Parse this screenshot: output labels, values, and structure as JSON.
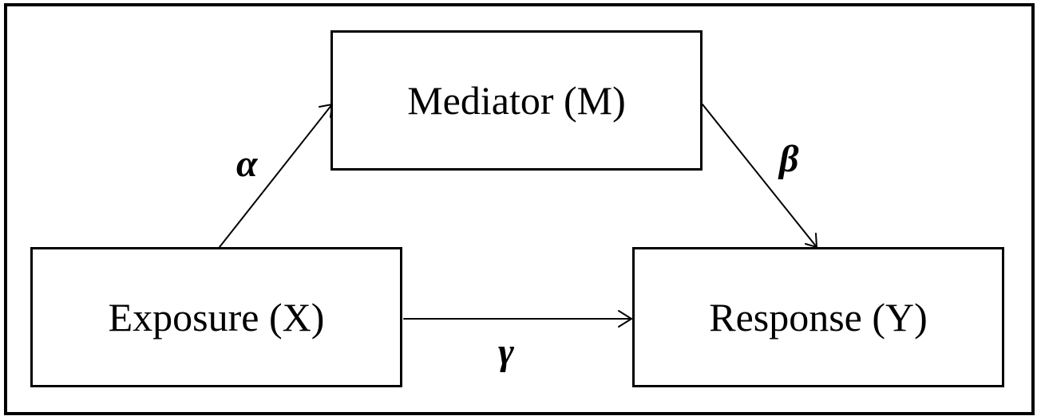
{
  "nodes": {
    "mediator": "Mediator (M)",
    "exposure": "Exposure (X)",
    "response": "Response (Y)"
  },
  "paths": {
    "alpha": "α",
    "beta": "β",
    "gamma": "γ"
  },
  "colors": {
    "stroke": "#000000",
    "background": "#ffffff"
  }
}
